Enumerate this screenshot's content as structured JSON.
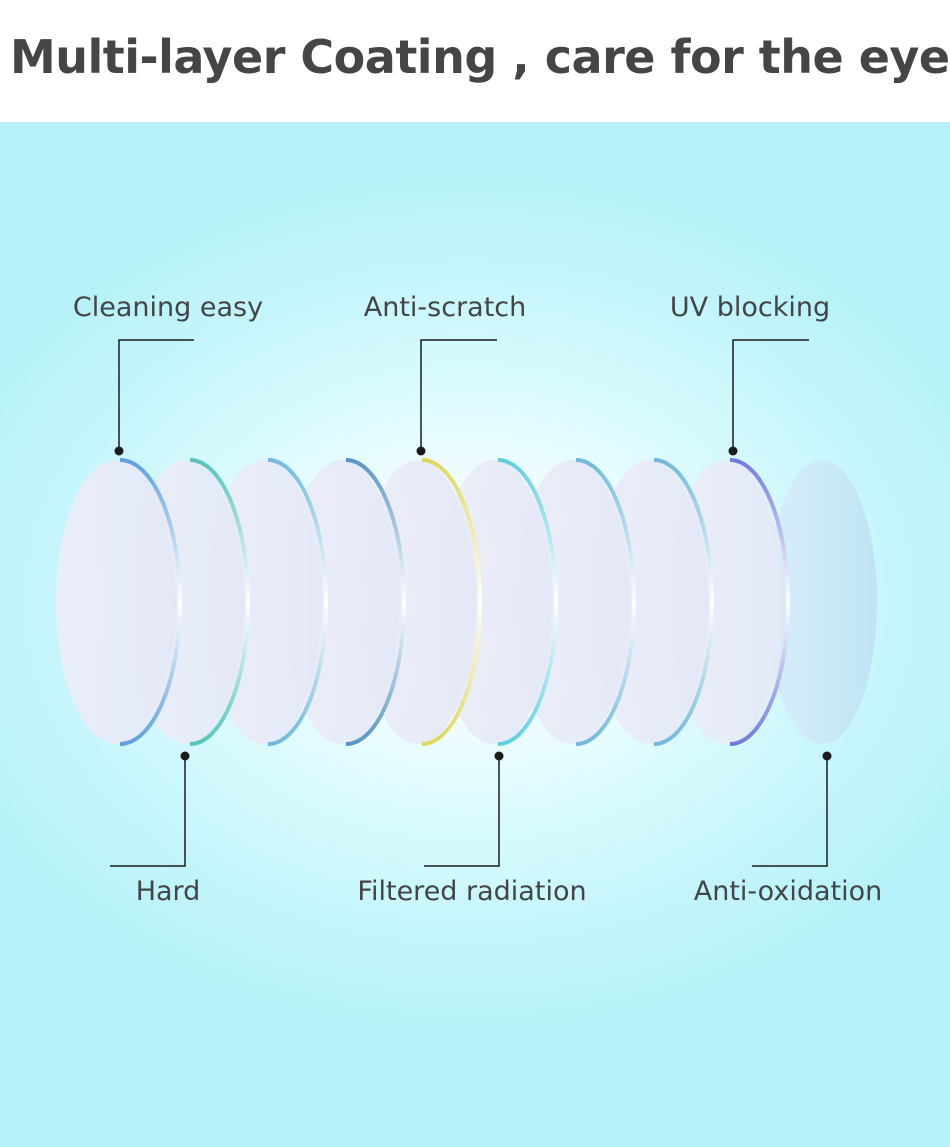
{
  "title": "Multi-layer Coating , care for the eyes",
  "labels": {
    "cleaning_easy": "Cleaning easy",
    "anti_scratch": "Anti-scratch",
    "uv_blocking": "UV blocking",
    "hard": "Hard",
    "filtered_radiation": "Filtered radiation",
    "anti_oxidation": "Anti-oxidation"
  },
  "colors": {
    "text": "#444546",
    "background_center": "#ffffff",
    "background_edge": "#b6f2f9",
    "lens_fill": "#e9ecf7",
    "last_lens_fill": "#c9e9f7",
    "rim_blue": "#6fa8e0",
    "rim_teal": "#5cc8c2",
    "rim_yellow": "#e3dc6a",
    "rim_purple": "#7a7fe0"
  }
}
